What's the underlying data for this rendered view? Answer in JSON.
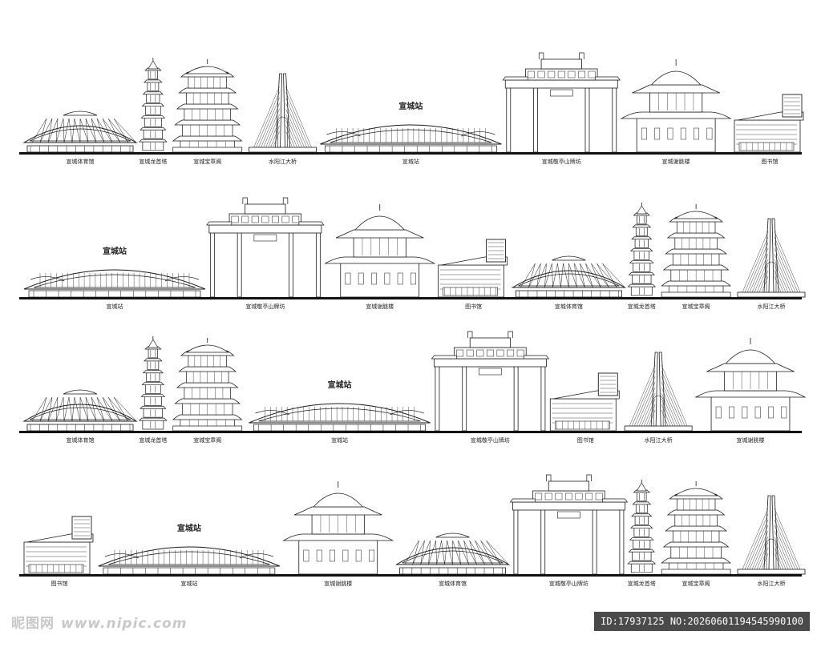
{
  "watermark": {
    "logo_text": "昵图网",
    "site": "www.nipic.com",
    "id_text": "ID:17937125 NO:20260601194545990100"
  },
  "landmarks": {
    "stadium": "宣城体育馆",
    "pagoda": "宣城龙首塔",
    "baozhangge": "宣城宝章阁",
    "bridge": "水阳江大桥",
    "station": "宣城站",
    "archway": "宣城敬亭山牌坊",
    "xietiao": "宣城谢朓楼",
    "library": "图书馆"
  },
  "station_sign": "宣城站",
  "rows": [
    {
      "items": [
        "stadium",
        "pagoda",
        "baozhangge",
        "bridge",
        "station",
        "archway",
        "xietiao",
        "library"
      ]
    },
    {
      "items": [
        "station",
        "archway",
        "xietiao",
        "library",
        "stadium",
        "pagoda",
        "baozhangge",
        "bridge"
      ]
    },
    {
      "items": [
        "stadium",
        "pagoda",
        "baozhangge",
        "station",
        "archway",
        "library",
        "bridge",
        "xietiao"
      ]
    },
    {
      "items": [
        "library",
        "station",
        "xietiao",
        "stadium",
        "archway",
        "pagoda",
        "baozhangge",
        "bridge"
      ]
    }
  ],
  "colors": {
    "line": "#1a1a1a",
    "ground": "#111111",
    "fill": "#ffffff"
  }
}
